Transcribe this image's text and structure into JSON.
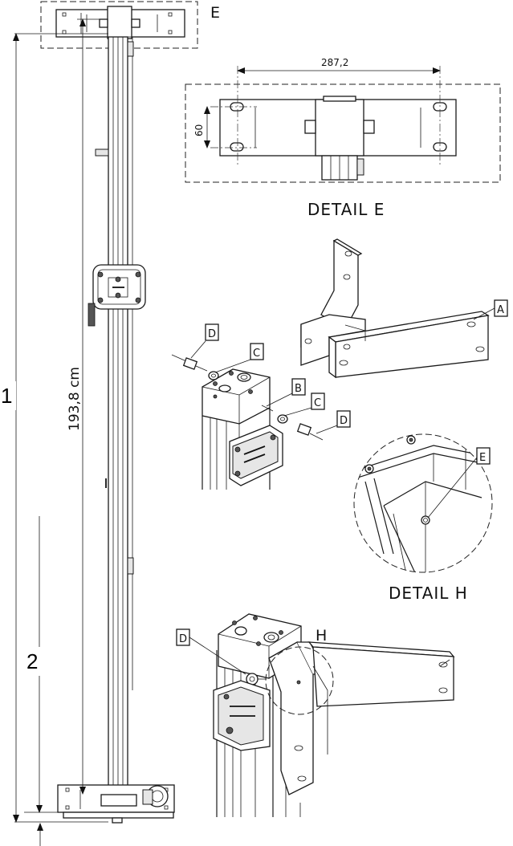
{
  "dimensions": {
    "total_height": "193,8 cm",
    "plate_width": "287,2",
    "plate_height": "60"
  },
  "labels": {
    "detail_e_marker": "E",
    "detail_e_title": "DETAIL E",
    "detail_h_marker": "H",
    "detail_h_title": "DETAIL H",
    "dim_1": "1",
    "dim_2": "2"
  },
  "callouts": {
    "a": "A",
    "b": "B",
    "c1": "C",
    "c2": "C",
    "d1": "D",
    "d2": "D",
    "d3": "D",
    "e": "E"
  },
  "colors": {
    "line": "#1a1a1a",
    "background": "#ffffff"
  }
}
